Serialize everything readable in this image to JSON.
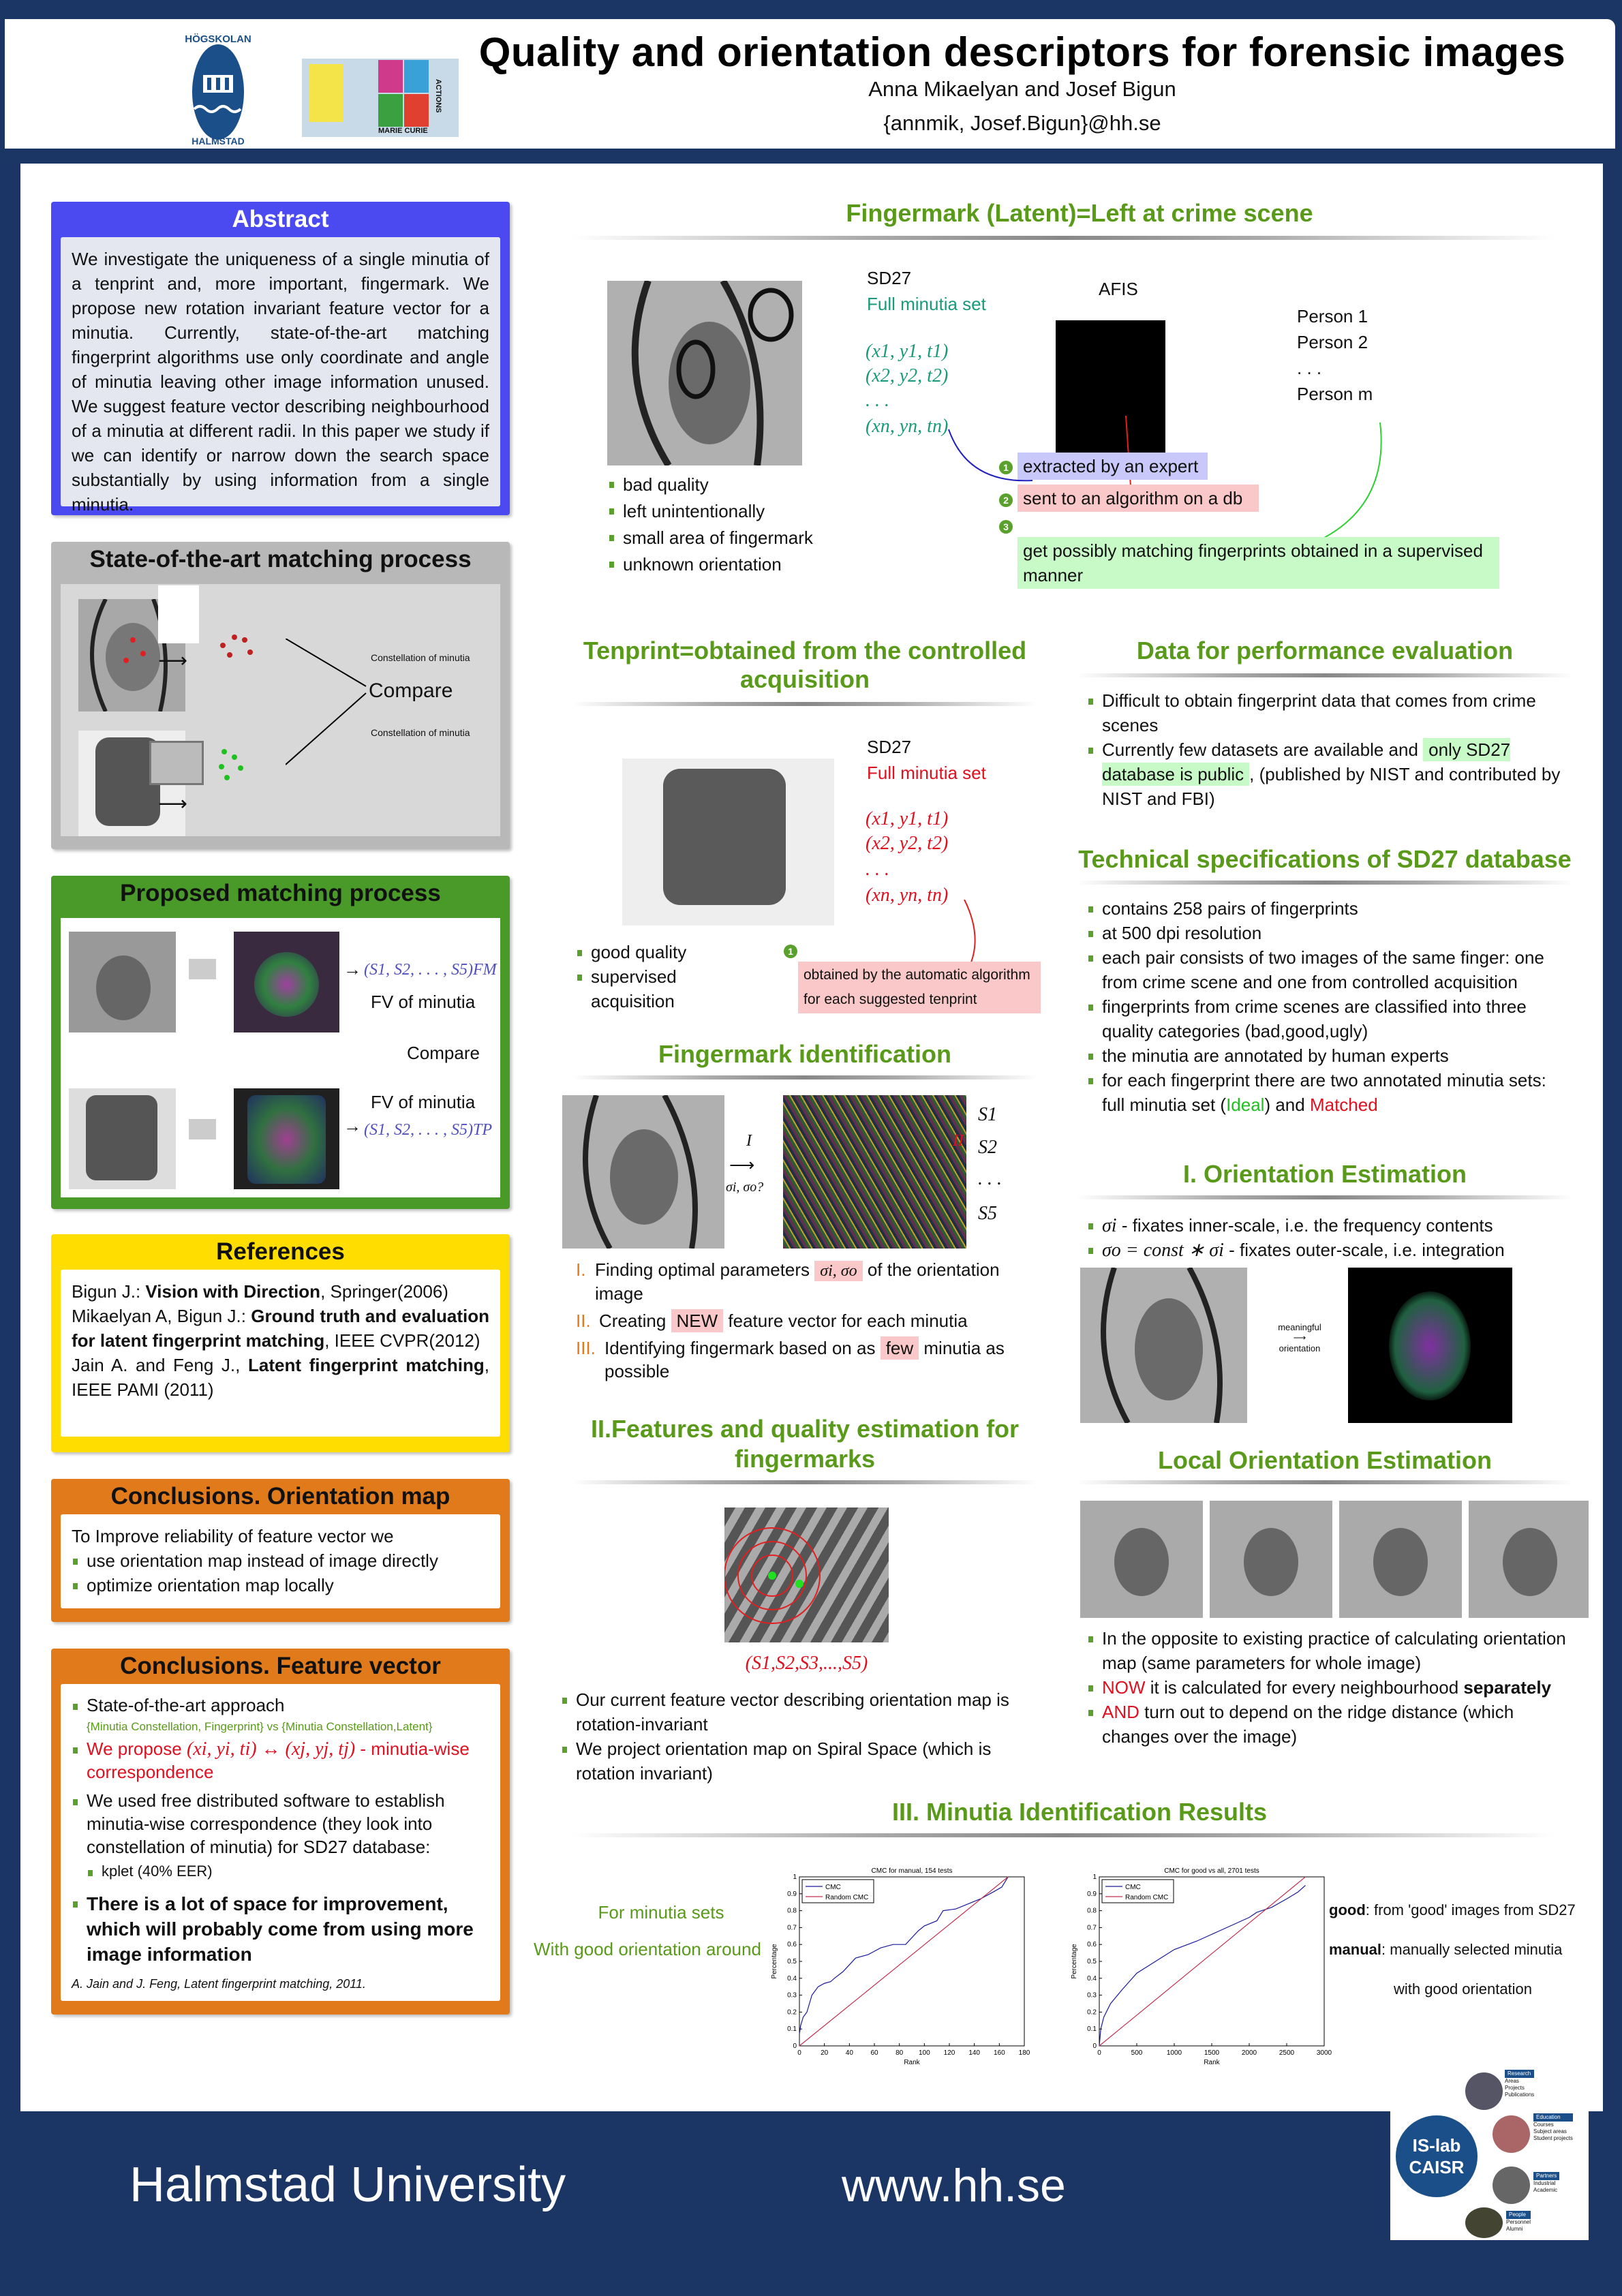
{
  "header": {
    "title": "Quality and orientation descriptors for forensic images",
    "authors": "Anna Mikaelyan and Josef Bigun",
    "email": "{annmik, Josef.Bigun}@hh.se",
    "logo_left": "HÖGSKOLAN HALMSTAD",
    "logo_mc": "MARIE CURIE ACTIONS"
  },
  "abstract": {
    "title": "Abstract",
    "text": "We investigate the uniqueness of a single minutia of a tenprint and, more important, fingermark. We propose new rotation invariant feature vector for a minutia. Currently, state-of-the-art matching fingerprint algorithms use only coordinate and angle of minutia leaving other image information unused. We suggest feature vector describing neighbourhood of a minutia at different radii. In this paper we study if we can identify or narrow down the search space substantially by using information from a single minutia."
  },
  "state_of_art": {
    "title": "State-of-the-art matching process",
    "constellation_top": "Constellation of minutia",
    "constellation_bottom": "Constellation of minutia",
    "compare": "Compare"
  },
  "proposed": {
    "title": "Proposed matching process",
    "fm_vector": "(S1, S2, . . . , S5)FM",
    "fv_top": "FV of minutia",
    "compare": "Compare",
    "fv_bottom": "FV of minutia",
    "tp_vector": "(S1, S2, . . . , S5)TP"
  },
  "references": {
    "title": "References",
    "items": [
      {
        "authors": "Bigun J.: ",
        "title": "Vision with Direction",
        "rest": ", Springer(2006)"
      },
      {
        "authors": "Mikaelyan A, Bigun J.: ",
        "title": "Ground truth and evaluation for latent fingerprint matching",
        "rest": ", IEEE CVPR(2012)"
      },
      {
        "authors": "Jain A. and Feng J., ",
        "title": "Latent fingerprint matching",
        "rest": ", IEEE PAMI (2011)"
      }
    ]
  },
  "concl_orient": {
    "title": "Conclusions. Orientation map",
    "intro": "To Improve reliability of feature vector we",
    "items": [
      "use orientation map instead of image directly",
      "optimize orientation map locally"
    ]
  },
  "concl_fv": {
    "title": "Conclusions. Feature vector",
    "item1": "State-of-the-art approach",
    "item1_sub": "{Minutia Constellation, Fingerprint} vs {Minutia Constellation,Latent}",
    "item2_a": "We propose ",
    "item2_math": "(xi, yi, ti) ↔ (xj, yj, tj)",
    "item2_b": " - minutia-wise correspondence",
    "item3": "We used free distributed software to establish minutia-wise correspondence (they look into constellation of minutia) for SD27 database:",
    "item3_sub": "kplet (40% EER)",
    "item4": "There is a lot of space for improvement, which will probably come from using more image information",
    "citation": "A. Jain and J. Feng, Latent fingerprint matching, 2011."
  },
  "fingermark": {
    "title": "Fingermark (Latent)=Left at crime scene",
    "sd27": "SD27",
    "full_set": "Full minutia set",
    "tuples": [
      "(x1, y1, t1)",
      "(x2, y2, t2)",
      ". . .",
      "(xn, yn, tn)"
    ],
    "afis": "AFIS",
    "persons": [
      "Person 1",
      "Person 2",
      ". . .",
      "Person m"
    ],
    "bullets": [
      "bad quality",
      "left unintentionally",
      "small area of fingermark",
      "unknown orientation"
    ],
    "steps": [
      {
        "n": "1",
        "text": "extracted by an expert",
        "color": "#c8c8fa"
      },
      {
        "n": "2",
        "text": "sent to an algorithm on a db",
        "color": "#fac8c8"
      },
      {
        "n": "3",
        "text": "get possibly matching fingerprints obtained in a supervised manner",
        "color": "#c8fac8"
      }
    ]
  },
  "tenprint": {
    "title": "Tenprint=obtained from the controlled acquisition",
    "sd27": "SD27",
    "full_set": "Full minutia set",
    "tuples": [
      "(x1, y1, t1)",
      "(x2, y2, t2)",
      ". . .",
      "(xn, yn, tn)"
    ],
    "bullets": [
      "good quality",
      "supervised acquisition"
    ],
    "step_n": "1",
    "step": "obtained by the automatic algorithm for each suggested tenprint"
  },
  "data_perf": {
    "title": "Data for performance evaluation",
    "item1": "Difficult to obtain fingerprint data that comes from crime scenes",
    "item2_a": "Currently few datasets are available and ",
    "item2_hl": "only SD27 database is public",
    "item2_b": ", (published by NIST and contributed by NIST and FBI)"
  },
  "tech_spec": {
    "title": "Technical specifications of SD27 database",
    "items": [
      "contains 258 pairs of fingerprints",
      "at 500 dpi resolution",
      "each pair consists of two images of the same finger: one from crime scene and one from controlled acquisition",
      "fingerprints from crime scenes are classified into three quality categories (bad,good,ugly)",
      "the minutia are annotated by human experts"
    ],
    "last_a": "for each fingerprint there are two annotated minutia sets: full minutia set (",
    "last_ideal": "Ideal",
    "last_b": ") and ",
    "last_matched": "Matched"
  },
  "fm_ident": {
    "title": "Fingermark identification",
    "arrow_label": "I",
    "arrow_params": "σi, σo?",
    "arrow2_label": "II",
    "s_labels": [
      "S1",
      "S2",
      ". . .",
      "S5"
    ],
    "steps": [
      {
        "roman": "I.",
        "a": "Finding optimal parameters ",
        "hl": "σi, σo",
        "b": " of the orientation image"
      },
      {
        "roman": "II.",
        "a": "Creating ",
        "hl": "NEW",
        "b": " feature vector for each minutia"
      },
      {
        "roman": "III.",
        "a": "Identifying fingermark based on as ",
        "hl": "few",
        "b": " minutia as possible"
      }
    ]
  },
  "features": {
    "title": "II.Features and quality estimation for fingermarks",
    "vector": "(S1,S2,S3,...,S5)",
    "bullets": [
      "Our current feature vector describing orientation map is rotation-invariant",
      "We project orientation map on Spiral Space (which is rotation invariant)"
    ]
  },
  "orient_est": {
    "title": "I. Orientation Estimation",
    "items": [
      {
        "sym": "σi",
        "text": " - fixates inner-scale, i.e. the frequency contents"
      },
      {
        "sym": "σo = const ∗ σi",
        "text": " - fixates outer-scale, i.e. integration"
      }
    ],
    "arrow_top": "meaningful",
    "arrow_bottom": "orientation"
  },
  "local_orient": {
    "title": "Local Orientation Estimation",
    "item1": "In the opposite to existing practice of calculating orientation map (same parameters for whole image)",
    "item2_a": "NOW",
    "item2_b": " it is calculated for every neighbourhood ",
    "item2_c": "separately",
    "item3_a": "AND",
    "item3_b": " turn out to depend on the ridge distance (which changes over the image)"
  },
  "results": {
    "title": "III. Minutia Identification Results",
    "left_line1": "For minutia sets",
    "left_line2": "With good orientation around",
    "good_label": "good",
    "good_text": ": from 'good' images from SD27",
    "manual_label": "manual",
    "manual_text": ": manually selected minutia",
    "manual_text2": "with good orientation"
  },
  "chart_data": [
    {
      "type": "line",
      "title": "CMC for manual, 154 tests",
      "xlabel": "Rank",
      "ylabel": "Percentage",
      "xlim": [
        0,
        180
      ],
      "ylim": [
        0,
        1
      ],
      "xticks": [
        0,
        20,
        40,
        60,
        80,
        100,
        120,
        140,
        160,
        180
      ],
      "yticks": [
        0,
        0.1,
        0.2,
        0.3,
        0.4,
        0.5,
        0.6,
        0.7,
        0.8,
        0.9,
        1
      ],
      "legend": "top-left",
      "series": [
        {
          "name": "CMC",
          "color": "#1a1a9a",
          "x": [
            0,
            1,
            3,
            6,
            8,
            10,
            15,
            20,
            25,
            28,
            35,
            40,
            45,
            55,
            60,
            65,
            75,
            85,
            95,
            100,
            110,
            115,
            125,
            135,
            145,
            155,
            162,
            167
          ],
          "y": [
            0.07,
            0.12,
            0.17,
            0.2,
            0.25,
            0.3,
            0.35,
            0.37,
            0.38,
            0.4,
            0.44,
            0.48,
            0.52,
            0.54,
            0.56,
            0.58,
            0.6,
            0.6,
            0.68,
            0.71,
            0.74,
            0.8,
            0.81,
            0.84,
            0.87,
            0.91,
            0.94,
            1.0
          ]
        },
        {
          "name": "Random CMC",
          "color": "#c03050",
          "x": [
            0,
            167
          ],
          "y": [
            0,
            1
          ]
        }
      ]
    },
    {
      "type": "line",
      "title": "CMC for good vs all, 2701 tests",
      "xlabel": "Rank",
      "ylabel": "Percentage",
      "xlim": [
        0,
        3000
      ],
      "ylim": [
        0,
        1
      ],
      "xticks": [
        0,
        500,
        1000,
        1500,
        2000,
        2500,
        3000
      ],
      "yticks": [
        0,
        0.1,
        0.2,
        0.3,
        0.4,
        0.5,
        0.6,
        0.7,
        0.8,
        0.9,
        1
      ],
      "legend": "top-left",
      "series": [
        {
          "name": "CMC",
          "color": "#1a1a9a",
          "x": [
            0,
            20,
            60,
            150,
            300,
            500,
            750,
            1000,
            1300,
            1600,
            2000,
            2100,
            2300,
            2500,
            2650,
            2750
          ],
          "y": [
            0,
            0.1,
            0.17,
            0.25,
            0.33,
            0.43,
            0.5,
            0.57,
            0.62,
            0.68,
            0.76,
            0.79,
            0.82,
            0.87,
            0.91,
            0.95
          ]
        },
        {
          "name": "Random CMC",
          "color": "#c03050",
          "x": [
            0,
            2750
          ],
          "y": [
            0,
            1
          ]
        }
      ]
    }
  ],
  "footer": {
    "university": "Halmstad University",
    "url": "www.hh.se",
    "lab_line1": "IS-lab",
    "lab_line2": "CAISR",
    "lab_sections": [
      {
        "head": "Research",
        "items": [
          "Areas",
          "Projects",
          "Publications"
        ]
      },
      {
        "head": "Education",
        "items": [
          "Courses",
          "Subject areas",
          "Student projects"
        ]
      },
      {
        "head": "Partners",
        "items": [
          "Industrial",
          "Academic"
        ]
      },
      {
        "head": "People",
        "items": [
          "Personnel",
          "Alumni"
        ]
      }
    ]
  },
  "colors": {
    "navy": "#1b3564",
    "green_heading": "#5a9a1a",
    "teal": "#1a9a7a",
    "red": "#e01020",
    "abstract": "#4a4af0",
    "sota": "#b8b8b8",
    "proposed": "#4a9a2a",
    "references": "#ffdd00",
    "conclusions": "#e07a1a"
  }
}
